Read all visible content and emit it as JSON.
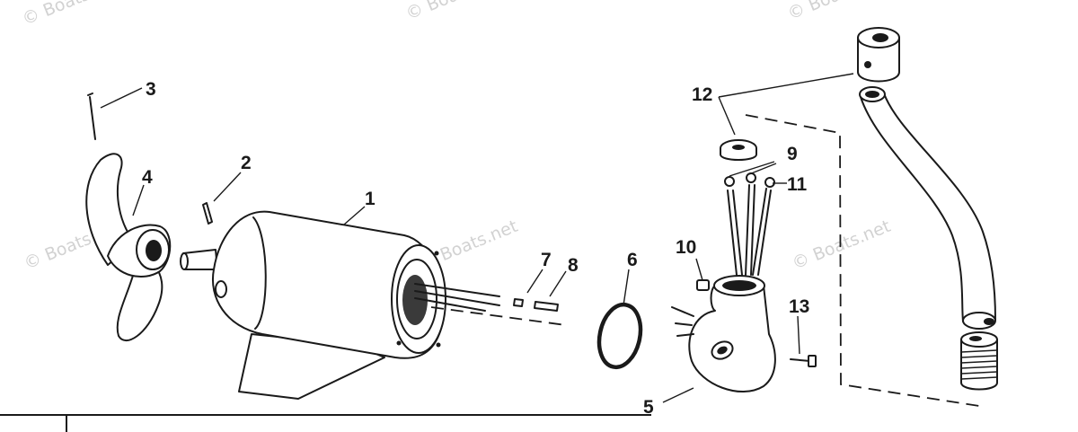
{
  "watermarks": [
    {
      "id": "wm-top-left",
      "text": "© Boats"
    },
    {
      "id": "wm-top-mid",
      "text": "© Boats"
    },
    {
      "id": "wm-top-right",
      "text": "© Boats"
    },
    {
      "id": "wm-mid-left",
      "text": "© Boats.net"
    },
    {
      "id": "wm-mid-center",
      "text": "© Boats.net"
    },
    {
      "id": "wm-mid-right",
      "text": "© Boats.net"
    }
  ],
  "callouts": {
    "c1": "1",
    "c2": "2",
    "c3": "3",
    "c4": "4",
    "c5": "5",
    "c6": "6",
    "c7": "7",
    "c8": "8",
    "c9": "9",
    "c10": "10",
    "c11": "11",
    "c12": "12",
    "c13": "13"
  },
  "parts": [
    {
      "callout": "1",
      "part": "motor-housing"
    },
    {
      "callout": "2",
      "part": "drive-pin"
    },
    {
      "callout": "3",
      "part": "cotter-pin"
    },
    {
      "callout": "4",
      "part": "propeller"
    },
    {
      "callout": "5",
      "part": "lower-housing"
    },
    {
      "callout": "6",
      "part": "o-ring"
    },
    {
      "callout": "7",
      "part": "connector"
    },
    {
      "callout": "8",
      "part": "connector"
    },
    {
      "callout": "9",
      "part": "terminal"
    },
    {
      "callout": "10",
      "part": "plug"
    },
    {
      "callout": "11",
      "part": "terminal"
    },
    {
      "callout": "12",
      "part": "clamp-and-washer"
    },
    {
      "callout": "13",
      "part": "screw"
    }
  ]
}
